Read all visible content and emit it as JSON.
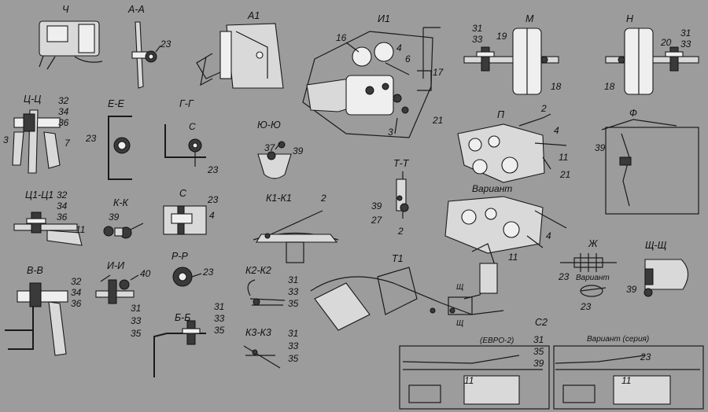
{
  "views": {
    "ch": {
      "title": "Ч"
    },
    "aa": {
      "title": "А-А",
      "n1": "23"
    },
    "a1": {
      "title": "А1"
    },
    "i1": {
      "title": "И1",
      "n16": "16",
      "n4": "4",
      "n6": "6",
      "n17": "17",
      "n21": "21",
      "n3": "3"
    },
    "m": {
      "title": "М",
      "n31": "31",
      "n33": "33",
      "n19": "19",
      "n18": "18"
    },
    "n": {
      "title": "Н",
      "n18": "18",
      "n20": "20",
      "n31": "31",
      "n33": "33"
    },
    "tsts": {
      "title": "Ц-Ц",
      "n32": "32",
      "n34": "34",
      "n36": "36",
      "n3": "3",
      "n7": "7"
    },
    "ee": {
      "title": "Е-Е",
      "n23": "23"
    },
    "gg": {
      "title": "Г-Г",
      "sub": "С",
      "n23": "23"
    },
    "yuyu": {
      "title": "Ю-Ю",
      "n37": "37",
      "n39": "39"
    },
    "p": {
      "title": "П",
      "n2": "2",
      "n4": "4",
      "n11": "11",
      "n21": "21"
    },
    "f": {
      "title": "Ф",
      "n39": "39"
    },
    "tt": {
      "title": "Т-Т",
      "n39": "39",
      "n27": "27",
      "n2": "2"
    },
    "variant1": {
      "text": "Вариант"
    },
    "ts1": {
      "title": "Ц1-Ц1",
      "n32": "32",
      "n34": "34",
      "n36": "36",
      "n11": "11"
    },
    "kk": {
      "title": "К-К",
      "n39": "39"
    },
    "c": {
      "title": "С",
      "n23": "23",
      "n4": "4"
    },
    "k1": {
      "title": "К1-К1",
      "n2": "2"
    },
    "lower_right": {
      "n4": "4",
      "n11": "11"
    },
    "zh": {
      "title": "Ж",
      "n23a": "23",
      "variant": "Вариант",
      "n23b": "23"
    },
    "shsh": {
      "title": "Щ-Щ",
      "n39": "39"
    },
    "vv": {
      "title": "В-В",
      "n32": "32",
      "n34": "34",
      "n36": "36"
    },
    "ii": {
      "title": "И-И",
      "n40": "40",
      "n31": "31",
      "n33": "33",
      "n35": "35"
    },
    "rr": {
      "title": "Р-Р",
      "n23": "23"
    },
    "t1": {
      "title": "Т1",
      "sh1": "Щ",
      "sh2": "Щ"
    },
    "k2": {
      "title": "К2-К2",
      "n31": "31",
      "n33": "33",
      "n35": "35"
    },
    "bb": {
      "title": "Б-Б",
      "n31": "31",
      "n33": "33",
      "n35": "35"
    },
    "k3": {
      "title": "К3-К3",
      "n31": "31",
      "n33": "33",
      "n35": "35"
    },
    "c2": {
      "title": "С2",
      "euro": "(ЕВРО-2)",
      "n31": "31",
      "n35": "35",
      "n39": "39",
      "n11": "11",
      "variant_series": "Вариант (серия)",
      "n23": "23",
      "n11b": "11"
    }
  }
}
